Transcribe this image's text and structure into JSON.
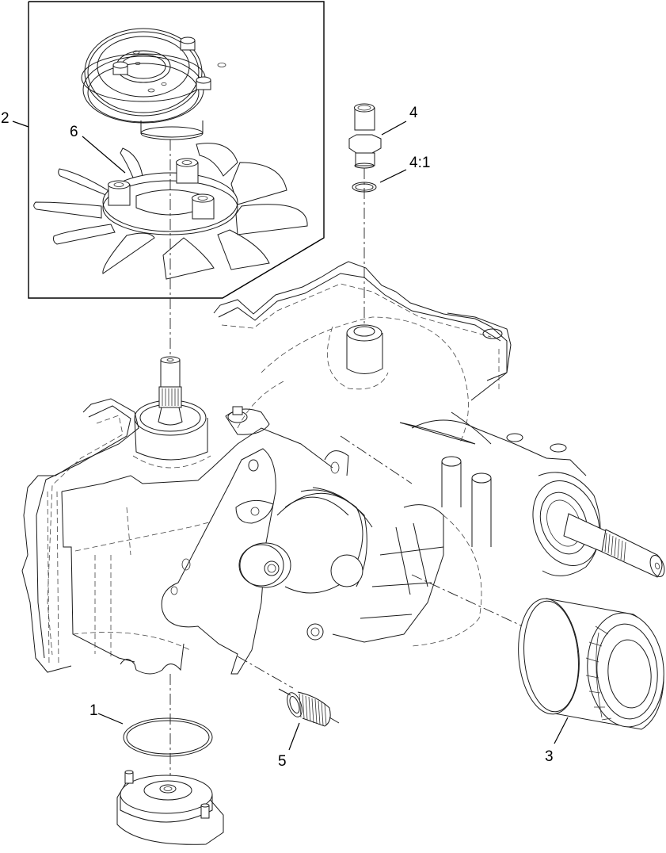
{
  "diagram": {
    "type": "exploded-parts-diagram",
    "subject": "hydrostatic transaxle assembly",
    "background_color": "#ffffff",
    "line_color": "#000000",
    "inset_box": {
      "contains_parts": [
        "2",
        "6"
      ]
    },
    "callouts": [
      {
        "id": "c1",
        "label": "1",
        "part": "o-ring seal (large ring)"
      },
      {
        "id": "c2",
        "label": "2",
        "part": "pulley and fan kit (inset group)"
      },
      {
        "id": "c3",
        "label": "3",
        "part": "oil filter"
      },
      {
        "id": "c4",
        "label": "4",
        "part": "hose barb fitting"
      },
      {
        "id": "c41",
        "label": "4:1",
        "part": "o-ring (fitting)"
      },
      {
        "id": "c5",
        "label": "5",
        "part": "extension spring"
      },
      {
        "id": "c6",
        "label": "6",
        "part": "cooling fan"
      }
    ],
    "parts_visible": [
      "input pulley with three bolts",
      "cooling fan",
      "hose barb fitting",
      "small o-ring",
      "transaxle housing",
      "axle output shaft",
      "oil filter",
      "extension spring",
      "large o-ring",
      "filter base / cover plate"
    ]
  }
}
